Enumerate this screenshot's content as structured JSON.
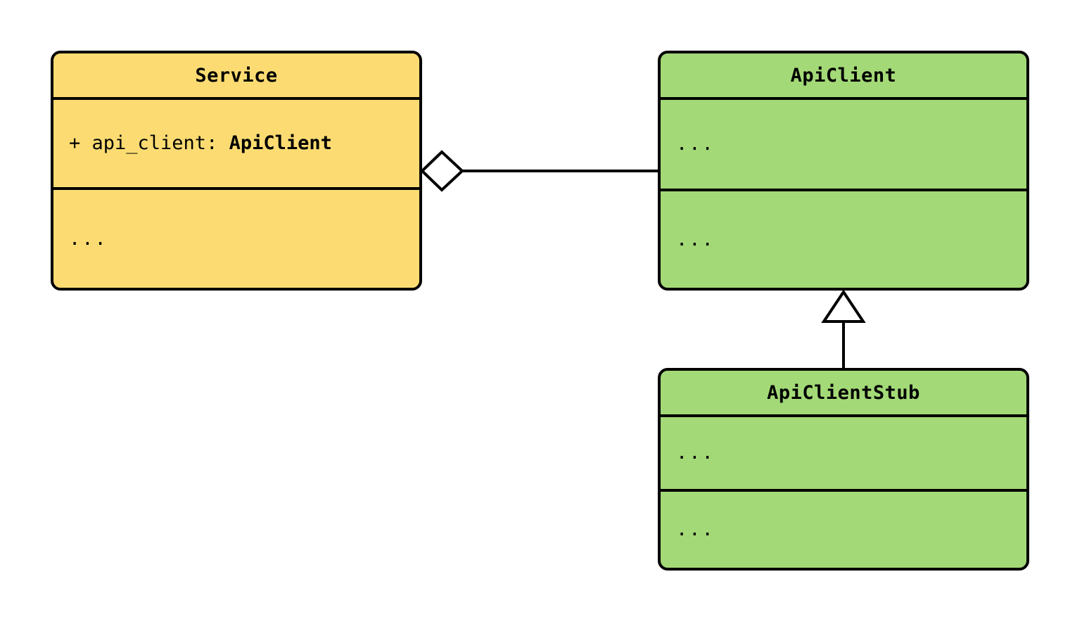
{
  "diagram": {
    "type": "uml-class-diagram",
    "background_color": "#ffffff",
    "classes": [
      {
        "id": "service",
        "name": "Service",
        "fill_color": "#FCDC72",
        "border_color": "#000000",
        "attributes": [
          {
            "visibility": "+",
            "name": "api_client",
            "separator": ": ",
            "type": "ApiClient",
            "prefix_text": "+ api_client: "
          }
        ],
        "operations_placeholder": "..."
      },
      {
        "id": "apiclient",
        "name": "ApiClient",
        "fill_color": "#A3D977",
        "border_color": "#000000",
        "attributes_placeholder": "...",
        "operations_placeholder": "..."
      },
      {
        "id": "apiclientstub",
        "name": "ApiClientStub",
        "fill_color": "#A3D977",
        "border_color": "#000000",
        "attributes_placeholder": "...",
        "operations_placeholder": "..."
      }
    ],
    "relationships": [
      {
        "id": "service-aggregates-apiclient",
        "kind": "aggregation",
        "marker": "hollow-diamond",
        "source": "Service",
        "target": "ApiClient",
        "label": ""
      },
      {
        "id": "apiclientstub-inherits-apiclient",
        "kind": "generalization",
        "marker": "hollow-triangle",
        "source": "ApiClientStub",
        "target": "ApiClient",
        "label": ""
      }
    ]
  }
}
